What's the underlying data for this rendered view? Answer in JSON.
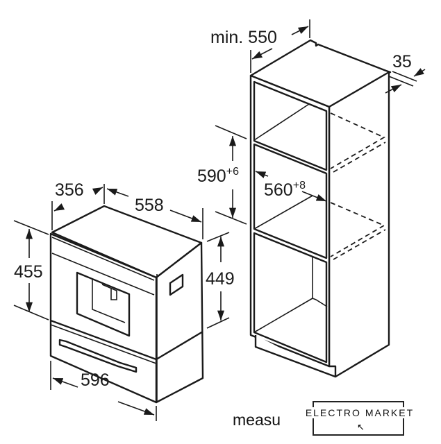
{
  "appliance": {
    "depth_side": "356",
    "depth": "558",
    "height_total": "455",
    "height_body": "449",
    "width": "596"
  },
  "cabinet": {
    "min_depth": "min. 550",
    "back_gap": "35",
    "niche_height": "590",
    "niche_height_tol": "+6",
    "niche_width": "560",
    "niche_width_tol": "+8"
  },
  "footer": {
    "caption": "measu"
  },
  "watermark": {
    "brand": "ELECTRO MARKET"
  }
}
